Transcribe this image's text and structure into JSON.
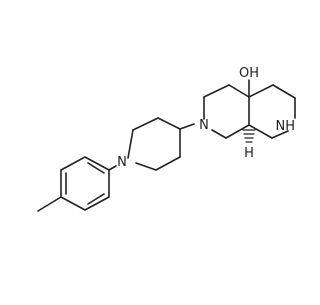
{
  "molecule": {
    "atom_labels": {
      "hydroxyl": "OH",
      "nitrogen_naphthyridine_ring": "N",
      "nitrogen_secondary_amine": "NH",
      "nitrogen_piperidine": "N",
      "stereo_hydrogen": "H"
    },
    "colors": {
      "bond": "#222222",
      "label": "#222222",
      "background": "#ffffff"
    }
  }
}
